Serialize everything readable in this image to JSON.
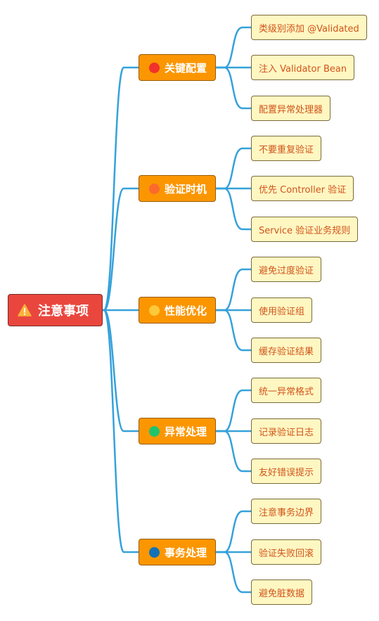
{
  "root": {
    "label": "注意事项",
    "icon": "warning-icon"
  },
  "colors": {
    "edge": "#35a1da",
    "root_fill": "#e9473e",
    "category_fill": "#fb9600",
    "leaf_fill": "#fff7c2",
    "leaf_text": "#d0541a"
  },
  "categories": [
    {
      "label": "关键配置",
      "dot_color": "#f0312c",
      "items": [
        {
          "label": "类级别添加 @Validated"
        },
        {
          "label": "注入 Validator Bean"
        },
        {
          "label": "配置异常处理器"
        }
      ]
    },
    {
      "label": "验证时机",
      "dot_color": "#fb6a2c",
      "items": [
        {
          "label": "不要重复验证"
        },
        {
          "label": "优先 Controller 验证"
        },
        {
          "label": "Service 验证业务规则"
        }
      ]
    },
    {
      "label": "性能优化",
      "dot_color": "#fdc93a",
      "items": [
        {
          "label": "避免过度验证"
        },
        {
          "label": "使用验证组"
        },
        {
          "label": "缓存验证结果"
        }
      ]
    },
    {
      "label": "异常处理",
      "dot_color": "#1ec46c",
      "items": [
        {
          "label": "统一异常格式"
        },
        {
          "label": "记录验证日志"
        },
        {
          "label": "友好错误提示"
        }
      ]
    },
    {
      "label": "事务处理",
      "dot_color": "#1272b8",
      "items": [
        {
          "label": "注意事务边界"
        },
        {
          "label": "验证失败回滚"
        },
        {
          "label": "避免脏数据"
        }
      ]
    }
  ]
}
